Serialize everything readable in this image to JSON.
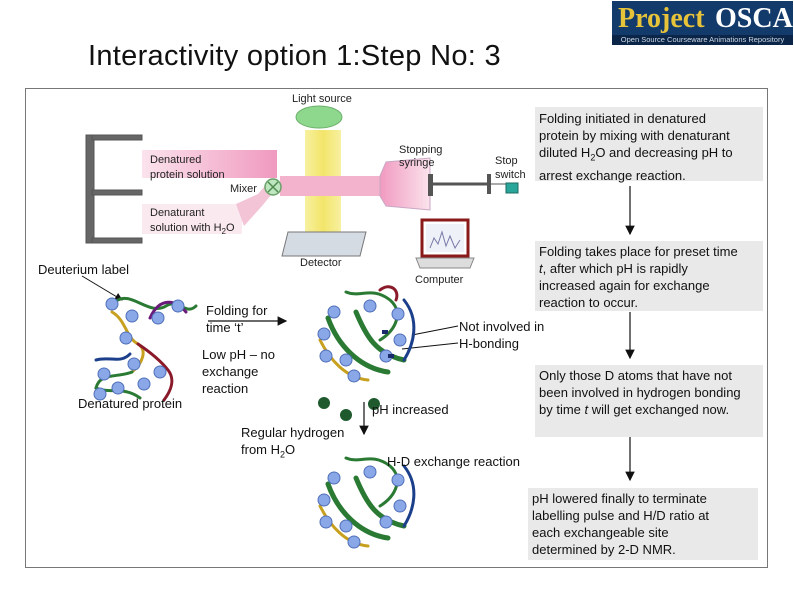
{
  "slide": {
    "title": "Interactivity option 1:Step No: 3",
    "logo": {
      "word1": "Project",
      "word2": "OSCAR",
      "tagline": "Open Source Courseware Animations Repository"
    }
  },
  "apparatus": {
    "light_source": "Light source",
    "stopping_syringe": [
      "Stopping",
      "syringe"
    ],
    "stop_switch": [
      "Stop",
      "switch"
    ],
    "denatured_protein_solution": [
      "Denatured",
      "protein solution"
    ],
    "mixer": "Mixer",
    "denaturant_solution": [
      "Denaturant",
      "solution with H",
      "2",
      "O"
    ],
    "detector": "Detector",
    "computer": "Computer"
  },
  "labels": {
    "deuterium_label": "Deuterium label",
    "denatured_protein": "Denatured protein",
    "folding_for_time": [
      "Folding for",
      "time ‘t’"
    ],
    "low_ph": [
      "Low pH – no",
      "exchange",
      "reaction"
    ],
    "regular_hydrogen": [
      "Regular hydrogen",
      "from H",
      "2",
      "O"
    ],
    "not_involved": [
      "Not involved in",
      "H-bonding"
    ],
    "ph_increased": "pH increased",
    "hd_exchange": "H-D exchange reaction"
  },
  "steps": {
    "step1": {
      "a": "Folding initiated in denatured",
      "b": "protein by mixing with denaturant",
      "c1": "diluted H",
      "c2": "2",
      "c3": "O and decreasing pH to",
      "d": "arrest exchange reaction."
    },
    "step2": {
      "a": "Folding takes place for preset time",
      "b1": "t",
      "b2": ", after which pH is rapidly",
      "c": "increased again for exchange",
      "d": "reaction to occur."
    },
    "step3": {
      "a": "Only those D atoms that have not",
      "b": "been involved in hydrogen bonding",
      "c1": "by time ",
      "c2": "t",
      "c3": " will get exchanged now."
    },
    "step4": {
      "a": "pH lowered finally to terminate",
      "b": "labelling pulse and H/D ratio at",
      "c": "each exchangeable site",
      "d": "determined by 2-D NMR."
    }
  },
  "colors": {
    "deuterium": "#7f9fe0",
    "hydrogen": "#1e5a2e",
    "flow_pink": "#f3b3cc",
    "light_yellow": "#f5eb8a",
    "light_green": "#8ed88e"
  }
}
